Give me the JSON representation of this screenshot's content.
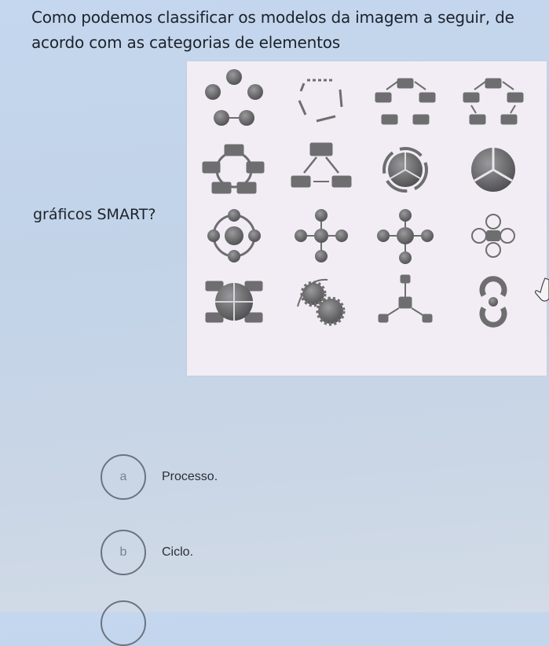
{
  "question": {
    "text_top": "Como podemos classificar os modelos da imagem a seguir, de acordo com as categorias de elementos",
    "text_bottom": "gráficos SMART?"
  },
  "options": [
    {
      "letter": "a",
      "label": "Processo."
    },
    {
      "letter": "b",
      "label": "Ciclo."
    }
  ],
  "colors": {
    "background": "#c4d7ee",
    "panel": "#f2edf4",
    "graphic_gray": "#6e6e70",
    "text": "#1d222b"
  }
}
